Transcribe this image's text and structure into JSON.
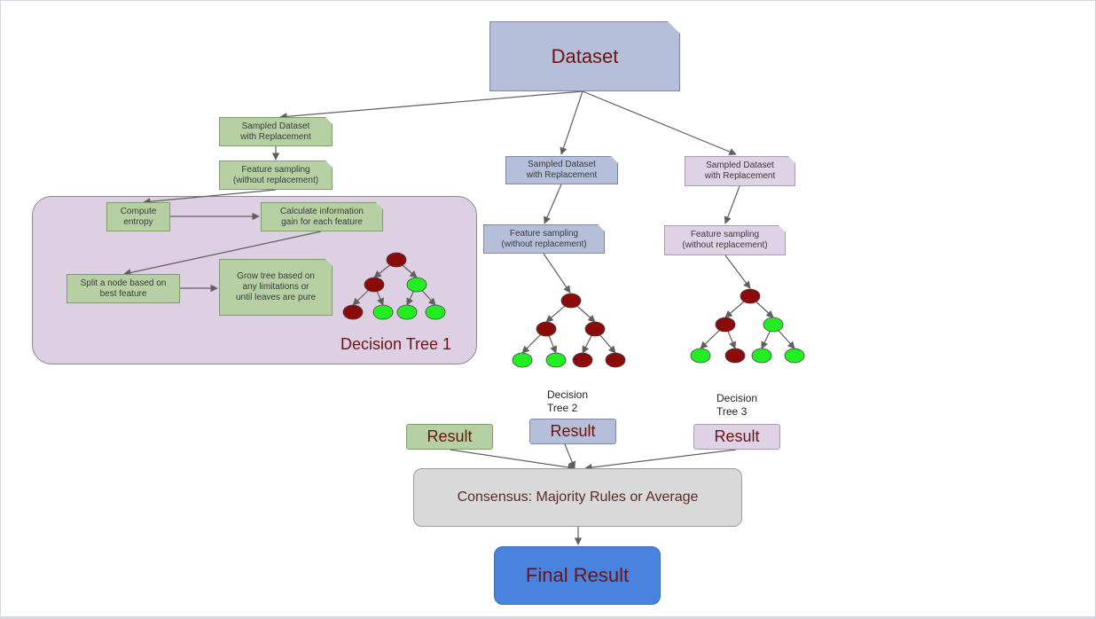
{
  "dataset": "Dataset",
  "branches": [
    {
      "sample": "Sampled Dataset\nwith Replacement",
      "feature": "Feature sampling\n(without replacement)",
      "tree_label": "Decision Tree 1",
      "result": "Result",
      "color": "#b6d0a4"
    },
    {
      "sample": "Sampled Dataset\nwith Replacement",
      "feature": "Feature sampling\n(without replacement)",
      "tree_label": "Decision\nTree 2",
      "result": "Result",
      "color": "#b5bfda"
    },
    {
      "sample": "Sampled Dataset\nwith Replacement",
      "feature": "Feature sampling\n(without replacement)",
      "tree_label": "Decision\nTree 3",
      "result": "Result",
      "color": "#ded2e5"
    }
  ],
  "tree1_steps": {
    "entropy": "Compute\nentropy",
    "gain": "Calculate information\ngain for each feature",
    "split": "Split a node based on\nbest feature",
    "grow": "Grow tree based on\nany limitations or\nuntil leaves are pure"
  },
  "consensus": "Consensus: Majority Rules or Average",
  "final": "Final Result",
  "colors": {
    "dataset": "#b5bfda",
    "node_red": "#8b0a0a",
    "node_green": "#22ee22",
    "final": "#4a82e0",
    "consensus": "#d9d9d9",
    "tree_panel": "#ddd0e3",
    "text": "#6b1414",
    "arrow": "#5f5f5f"
  }
}
